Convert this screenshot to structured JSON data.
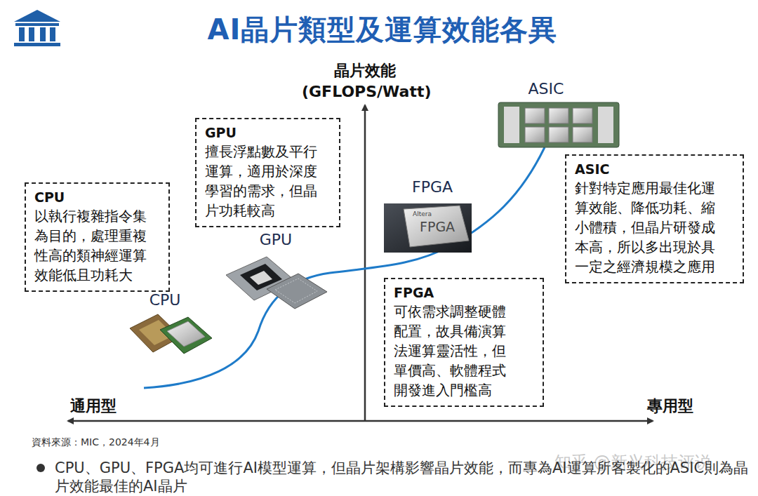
{
  "diagram": {
    "title": "AI晶片類型及運算效能各異",
    "caption": "CPU、GPU、FPGA均可進行AI模型運算，但晶片架構影響晶片效能，而專為AI運算所客製化的ASIC則為晶片效能最佳的AI晶片",
    "nodes": [
      {
        "text": [
          "CPU",
          "以執行複雜指令集為目的，處理重複性高的類神經運算效能低且功耗大"
        ]
      },
      {
        "text": [
          "GPU",
          "擅長浮點數及平行運算，適用於深度學習的需求，但晶片功耗較高"
        ]
      },
      {
        "text": [
          "FPGA",
          "可依需求調整硬體配置，故具備演算法運算靈活性，但單價高、軟體程式開發進入門檻高"
        ]
      },
      {
        "text": [
          "ASIC",
          "針對特定應用最佳化運算效能、降低功耗、縮小體積，但晶片研發成本高，所以多出現於具一定之經濟規模之應用"
        ]
      }
    ],
    "labels": [
      "晶片效能 (GFLOPS/Watt)",
      "通用型",
      "專用型",
      "CPU",
      "GPU",
      "FPGA",
      "ASIC",
      "Altera",
      "FPGA",
      "資料來源：MIC，2024年4月",
      "知乎 @新兴科技评说"
    ]
  }
}
